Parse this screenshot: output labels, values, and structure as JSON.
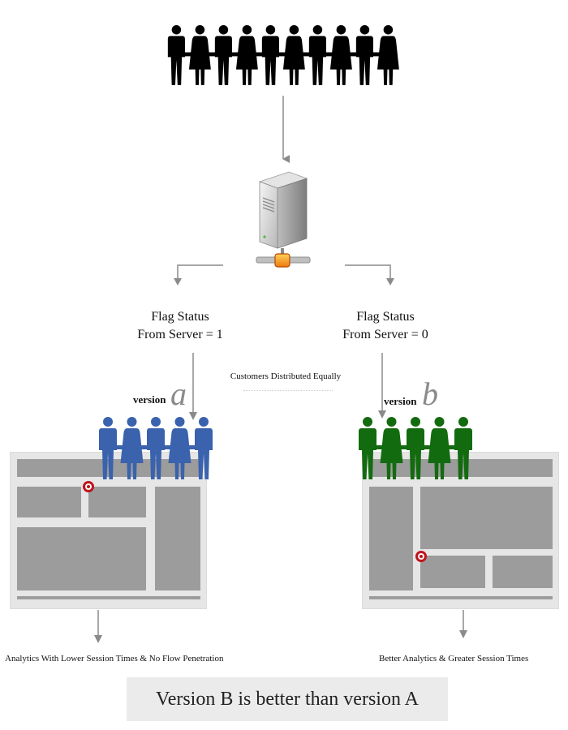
{
  "crowd": {
    "people_count": 10,
    "color": "#000000"
  },
  "server": {
    "icon": "server-icon"
  },
  "flags": {
    "left": {
      "line1": "Flag Status",
      "line2": "From Server = 1"
    },
    "right": {
      "line1": "Flag Status",
      "line2": "From Server = 0"
    }
  },
  "distribution_note": "Customers Distributed Equally",
  "version_a": {
    "label": "version",
    "letter": "a",
    "people_count": 5,
    "color": "#3a62ad",
    "caption": "Analytics With Lower Session Times & No Flow Penetration"
  },
  "version_b": {
    "label": "version",
    "letter": "b",
    "people_count": 5,
    "color": "#136b0f",
    "caption": "Better Analytics & Greater Session Times"
  },
  "conclusion": "Version B is better than version A",
  "colors": {
    "arrow": "#8a8a8a",
    "mockup_bg": "#e6e6e6",
    "mockup_block": "#9c9c9c",
    "target": "#c0141b"
  }
}
